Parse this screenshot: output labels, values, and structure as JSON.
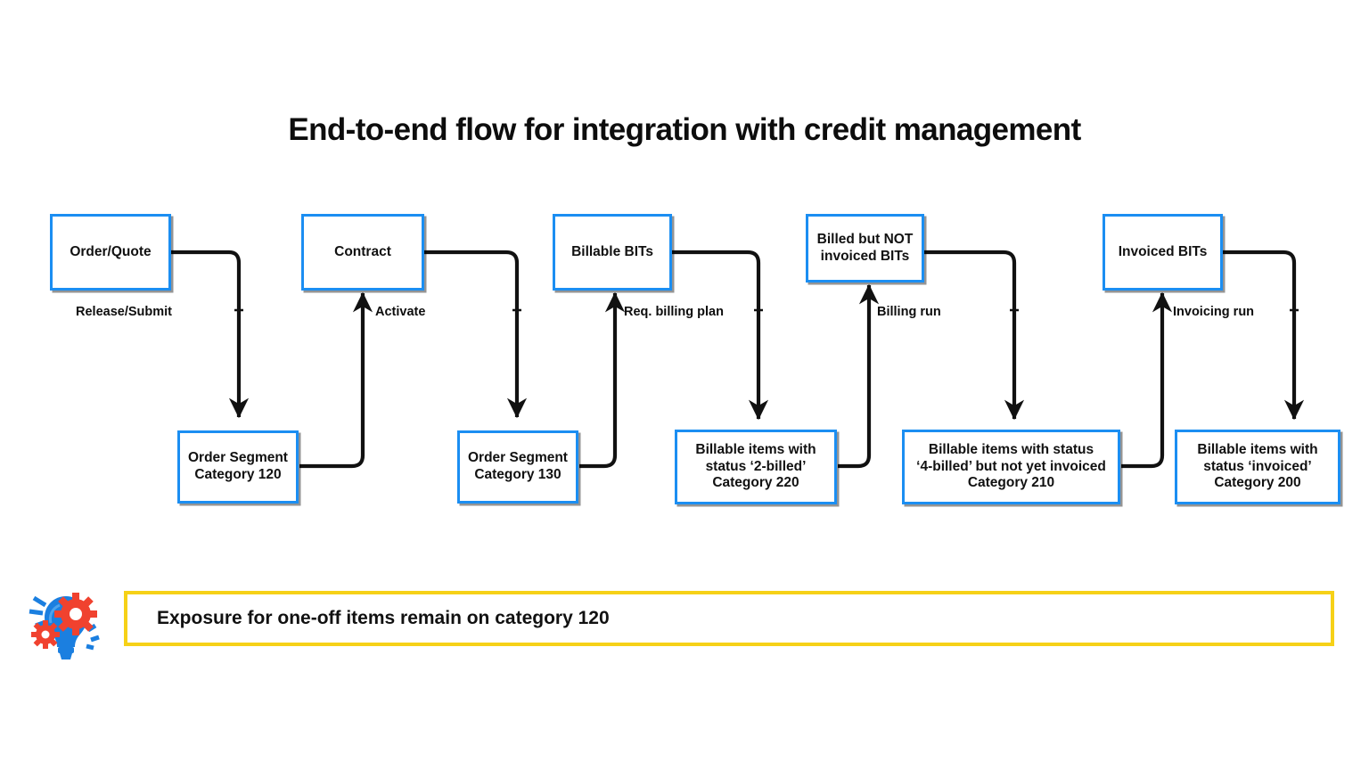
{
  "title": "End-to-end flow for integration with credit management",
  "theme": {
    "box_border": "#1b8ef2",
    "box_fill": "#ffffff",
    "connector": "#111111",
    "callout_border": "#f6d117",
    "text": "#111111",
    "page_background": "#ffffff",
    "icon_bulb": "#1b7fe0",
    "icon_gear": "#f0422f"
  },
  "flow": {
    "stages": [
      {
        "id": "stage-order",
        "top_box": "Order/Quote",
        "edge_label": "Release/Submit",
        "lower_box": "Order Segment\nCategory 120"
      },
      {
        "id": "stage-contract",
        "top_box": "Contract",
        "edge_label": "Activate",
        "lower_box": "Order Segment\nCategory 130"
      },
      {
        "id": "stage-billable-bits",
        "top_box": "Billable BITs",
        "edge_label": "Req. billing plan",
        "lower_box": "Billable items with\nstatus ‘2-billed’\nCategory 220"
      },
      {
        "id": "stage-billed-not-invoiced",
        "top_box": "Billed but NOT\ninvoiced BITs",
        "edge_label": "Billing run",
        "lower_box": "Billable items with status\n‘4-billed’ but not yet invoiced\nCategory 210"
      },
      {
        "id": "stage-invoiced-bits",
        "top_box": "Invoiced BITs",
        "edge_label": "Invoicing run",
        "lower_box": "Billable items with\nstatus ‘invoiced’\nCategory 200"
      }
    ]
  },
  "callout": {
    "icon": "lightbulb-gears-icon",
    "text": "Exposure for one-off items remain on category 120"
  }
}
